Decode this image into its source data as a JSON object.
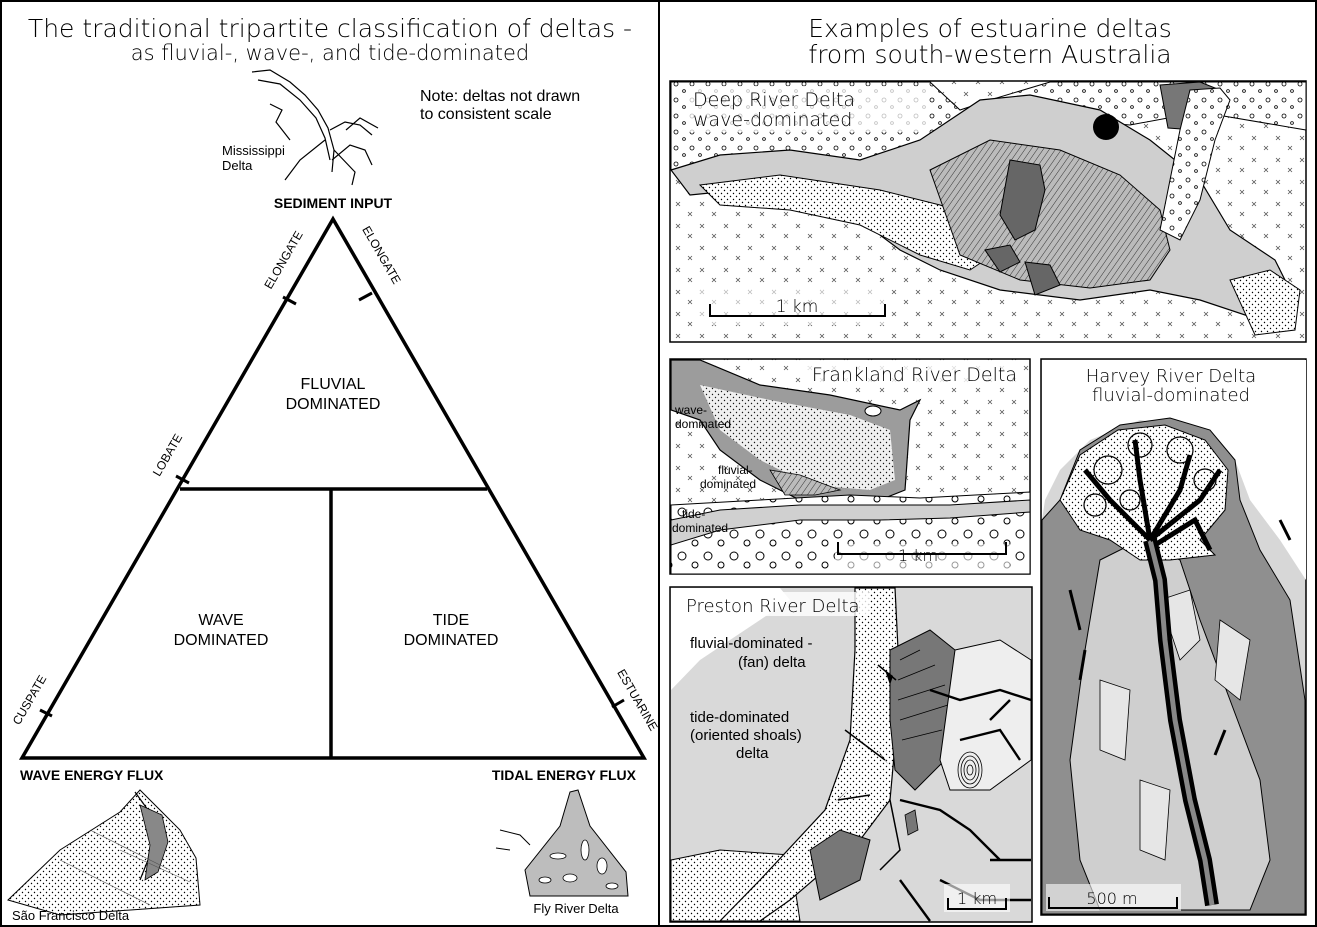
{
  "left_panel": {
    "title_line1": "The traditional tripartite classification of deltas -",
    "title_line2": "as fluvial-, wave-, and tide-dominated",
    "note_line1": "Note: deltas not drawn",
    "note_line2": "to consistent scale",
    "mississippi_line1": "Mississippi",
    "mississippi_line2": "Delta",
    "sediment_input": "SEDIMENT INPUT",
    "elongate_left": "ELONGATE",
    "elongate_right": "ELONGATE",
    "lobate": "LOBATE",
    "cuspate": "CUSPATE",
    "estuarine": "ESTUARINE",
    "fluvial_line1": "FLUVIAL",
    "fluvial_line2": "DOMINATED",
    "wave_line1": "WAVE",
    "wave_line2": "DOMINATED",
    "tide_line1": "TIDE",
    "tide_line2": "DOMINATED",
    "wave_energy_flux": "WAVE ENERGY FLUX",
    "tidal_energy_flux": "TIDAL ENERGY FLUX",
    "sao_francisco": "São Francisco Delta",
    "fly_river": "Fly River Delta"
  },
  "right_panel": {
    "title_line1": "Examples of estuarine deltas",
    "title_line2": "from south-western Australia",
    "deep_river": {
      "name": "Deep River Delta",
      "type": "wave-dominated",
      "scale": "1 km"
    },
    "frankland_river": {
      "name": "Frankland River Delta",
      "label_wave_1": "wave-",
      "label_wave_2": "dominated",
      "label_fluvial_1": "fluvial-",
      "label_fluvial_2": "dominated",
      "label_tide_1": "tide-",
      "label_tide_2": "dominated",
      "scale": "1 km"
    },
    "harvey_river": {
      "name": "Harvey River Delta",
      "type": "fluvial-dominated",
      "scale": "500 m"
    },
    "preston_river": {
      "name": "Preston River Delta",
      "label_fan_1": "fluvial-dominated -",
      "label_fan_2": "(fan) delta",
      "label_tide_1": "tide-dominated",
      "label_tide_2": "(oriented shoals)",
      "label_tide_3": "delta",
      "scale": "1 km"
    }
  }
}
